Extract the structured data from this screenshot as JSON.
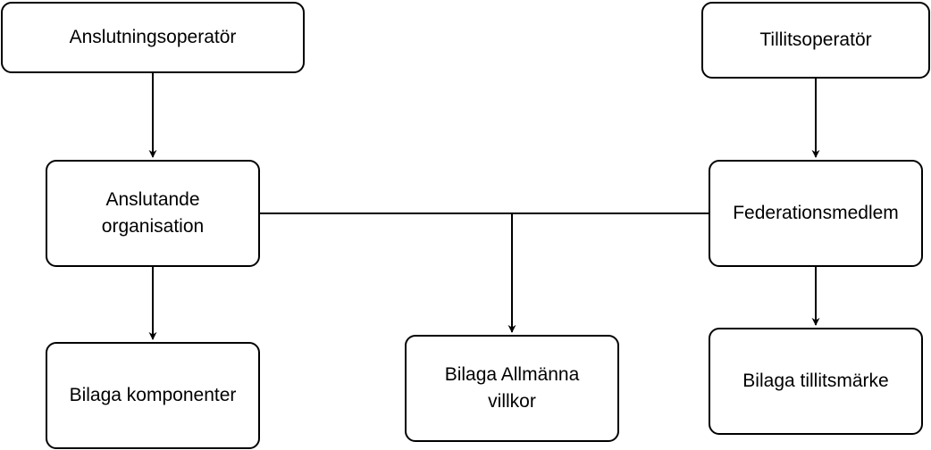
{
  "diagram": {
    "nodes": {
      "connection_operator": "Anslutningsoperatör",
      "trust_operator": "Tillitsoperatör",
      "connecting_org": "Anslutande organisation",
      "federation_member": "Federationsmedlem",
      "attachment_components": "Bilaga komponenter",
      "attachment_general_terms": "Bilaga Allmänna villkor",
      "attachment_trustmark": "Bilaga tillitsmärke"
    },
    "colors": {
      "stroke": "#000000",
      "fill": "#ffffff",
      "text": "#000000"
    }
  }
}
